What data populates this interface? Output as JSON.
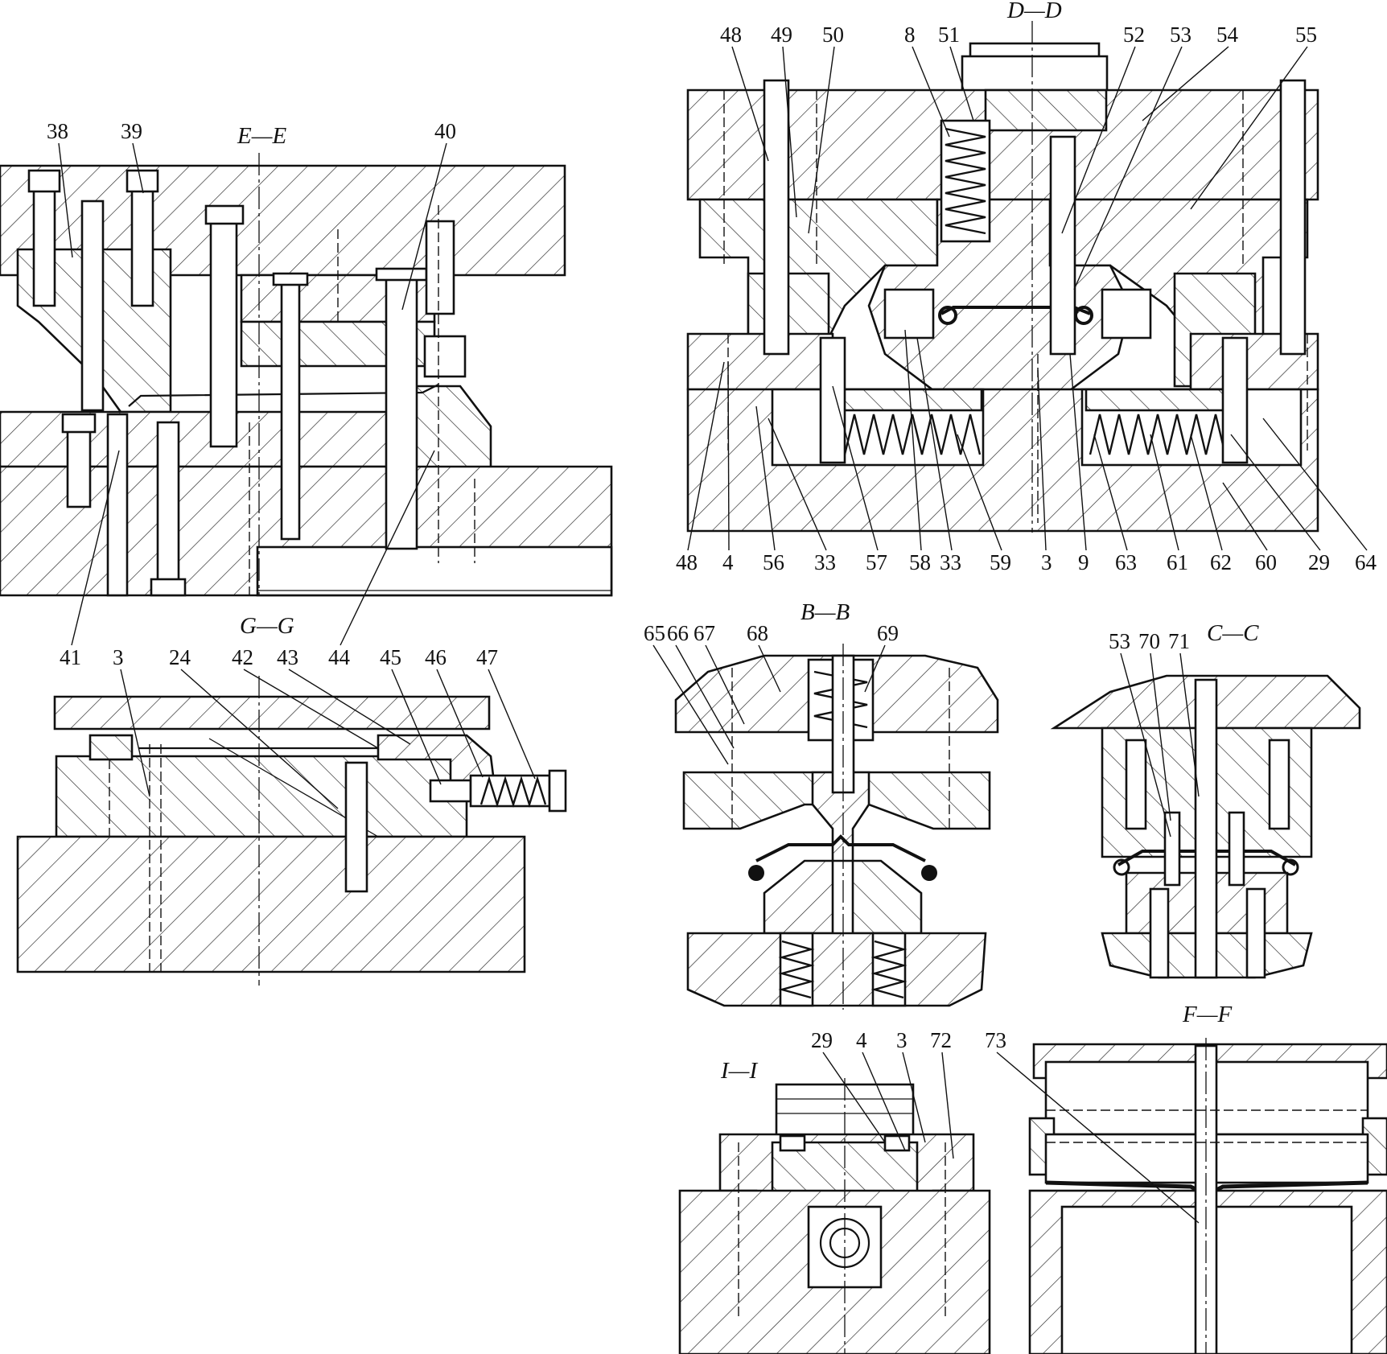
{
  "sections": {
    "ee": {
      "title": "E—E",
      "callouts": [
        {
          "num": "38"
        },
        {
          "num": "39"
        },
        {
          "num": "40"
        },
        {
          "num": "41"
        },
        {
          "num": "3"
        },
        {
          "num": "24"
        },
        {
          "num": "42"
        },
        {
          "num": "43"
        },
        {
          "num": "44"
        }
      ]
    },
    "gg": {
      "title": "G—G",
      "callouts": [
        {
          "num": "45"
        },
        {
          "num": "46"
        },
        {
          "num": "47"
        }
      ]
    },
    "dd": {
      "title": "D—D",
      "top_callouts": [
        {
          "num": "48"
        },
        {
          "num": "49"
        },
        {
          "num": "50"
        },
        {
          "num": "8"
        },
        {
          "num": "51"
        },
        {
          "num": "52"
        },
        {
          "num": "53"
        },
        {
          "num": "54"
        },
        {
          "num": "55"
        }
      ],
      "bottom_callouts": [
        {
          "num": "48"
        },
        {
          "num": "4"
        },
        {
          "num": "56"
        },
        {
          "num": "33"
        },
        {
          "num": "57"
        },
        {
          "num": "58"
        },
        {
          "num": "33"
        },
        {
          "num": "59"
        },
        {
          "num": "3"
        },
        {
          "num": "9"
        },
        {
          "num": "63"
        },
        {
          "num": "61"
        },
        {
          "num": "62"
        },
        {
          "num": "60"
        },
        {
          "num": "29"
        },
        {
          "num": "64"
        }
      ]
    },
    "bb": {
      "title": "B—B",
      "callouts": [
        {
          "num": "65"
        },
        {
          "num": "66"
        },
        {
          "num": "67"
        },
        {
          "num": "68"
        },
        {
          "num": "69"
        }
      ]
    },
    "cc": {
      "title": "C—C",
      "callouts": [
        {
          "num": "53"
        },
        {
          "num": "70"
        },
        {
          "num": "71"
        }
      ]
    },
    "ii": {
      "title": "I—I",
      "callouts": [
        {
          "num": "29"
        },
        {
          "num": "4"
        },
        {
          "num": "3"
        },
        {
          "num": "72"
        }
      ]
    },
    "ff": {
      "title": "F—F",
      "callouts": [
        {
          "num": "73"
        }
      ]
    }
  }
}
